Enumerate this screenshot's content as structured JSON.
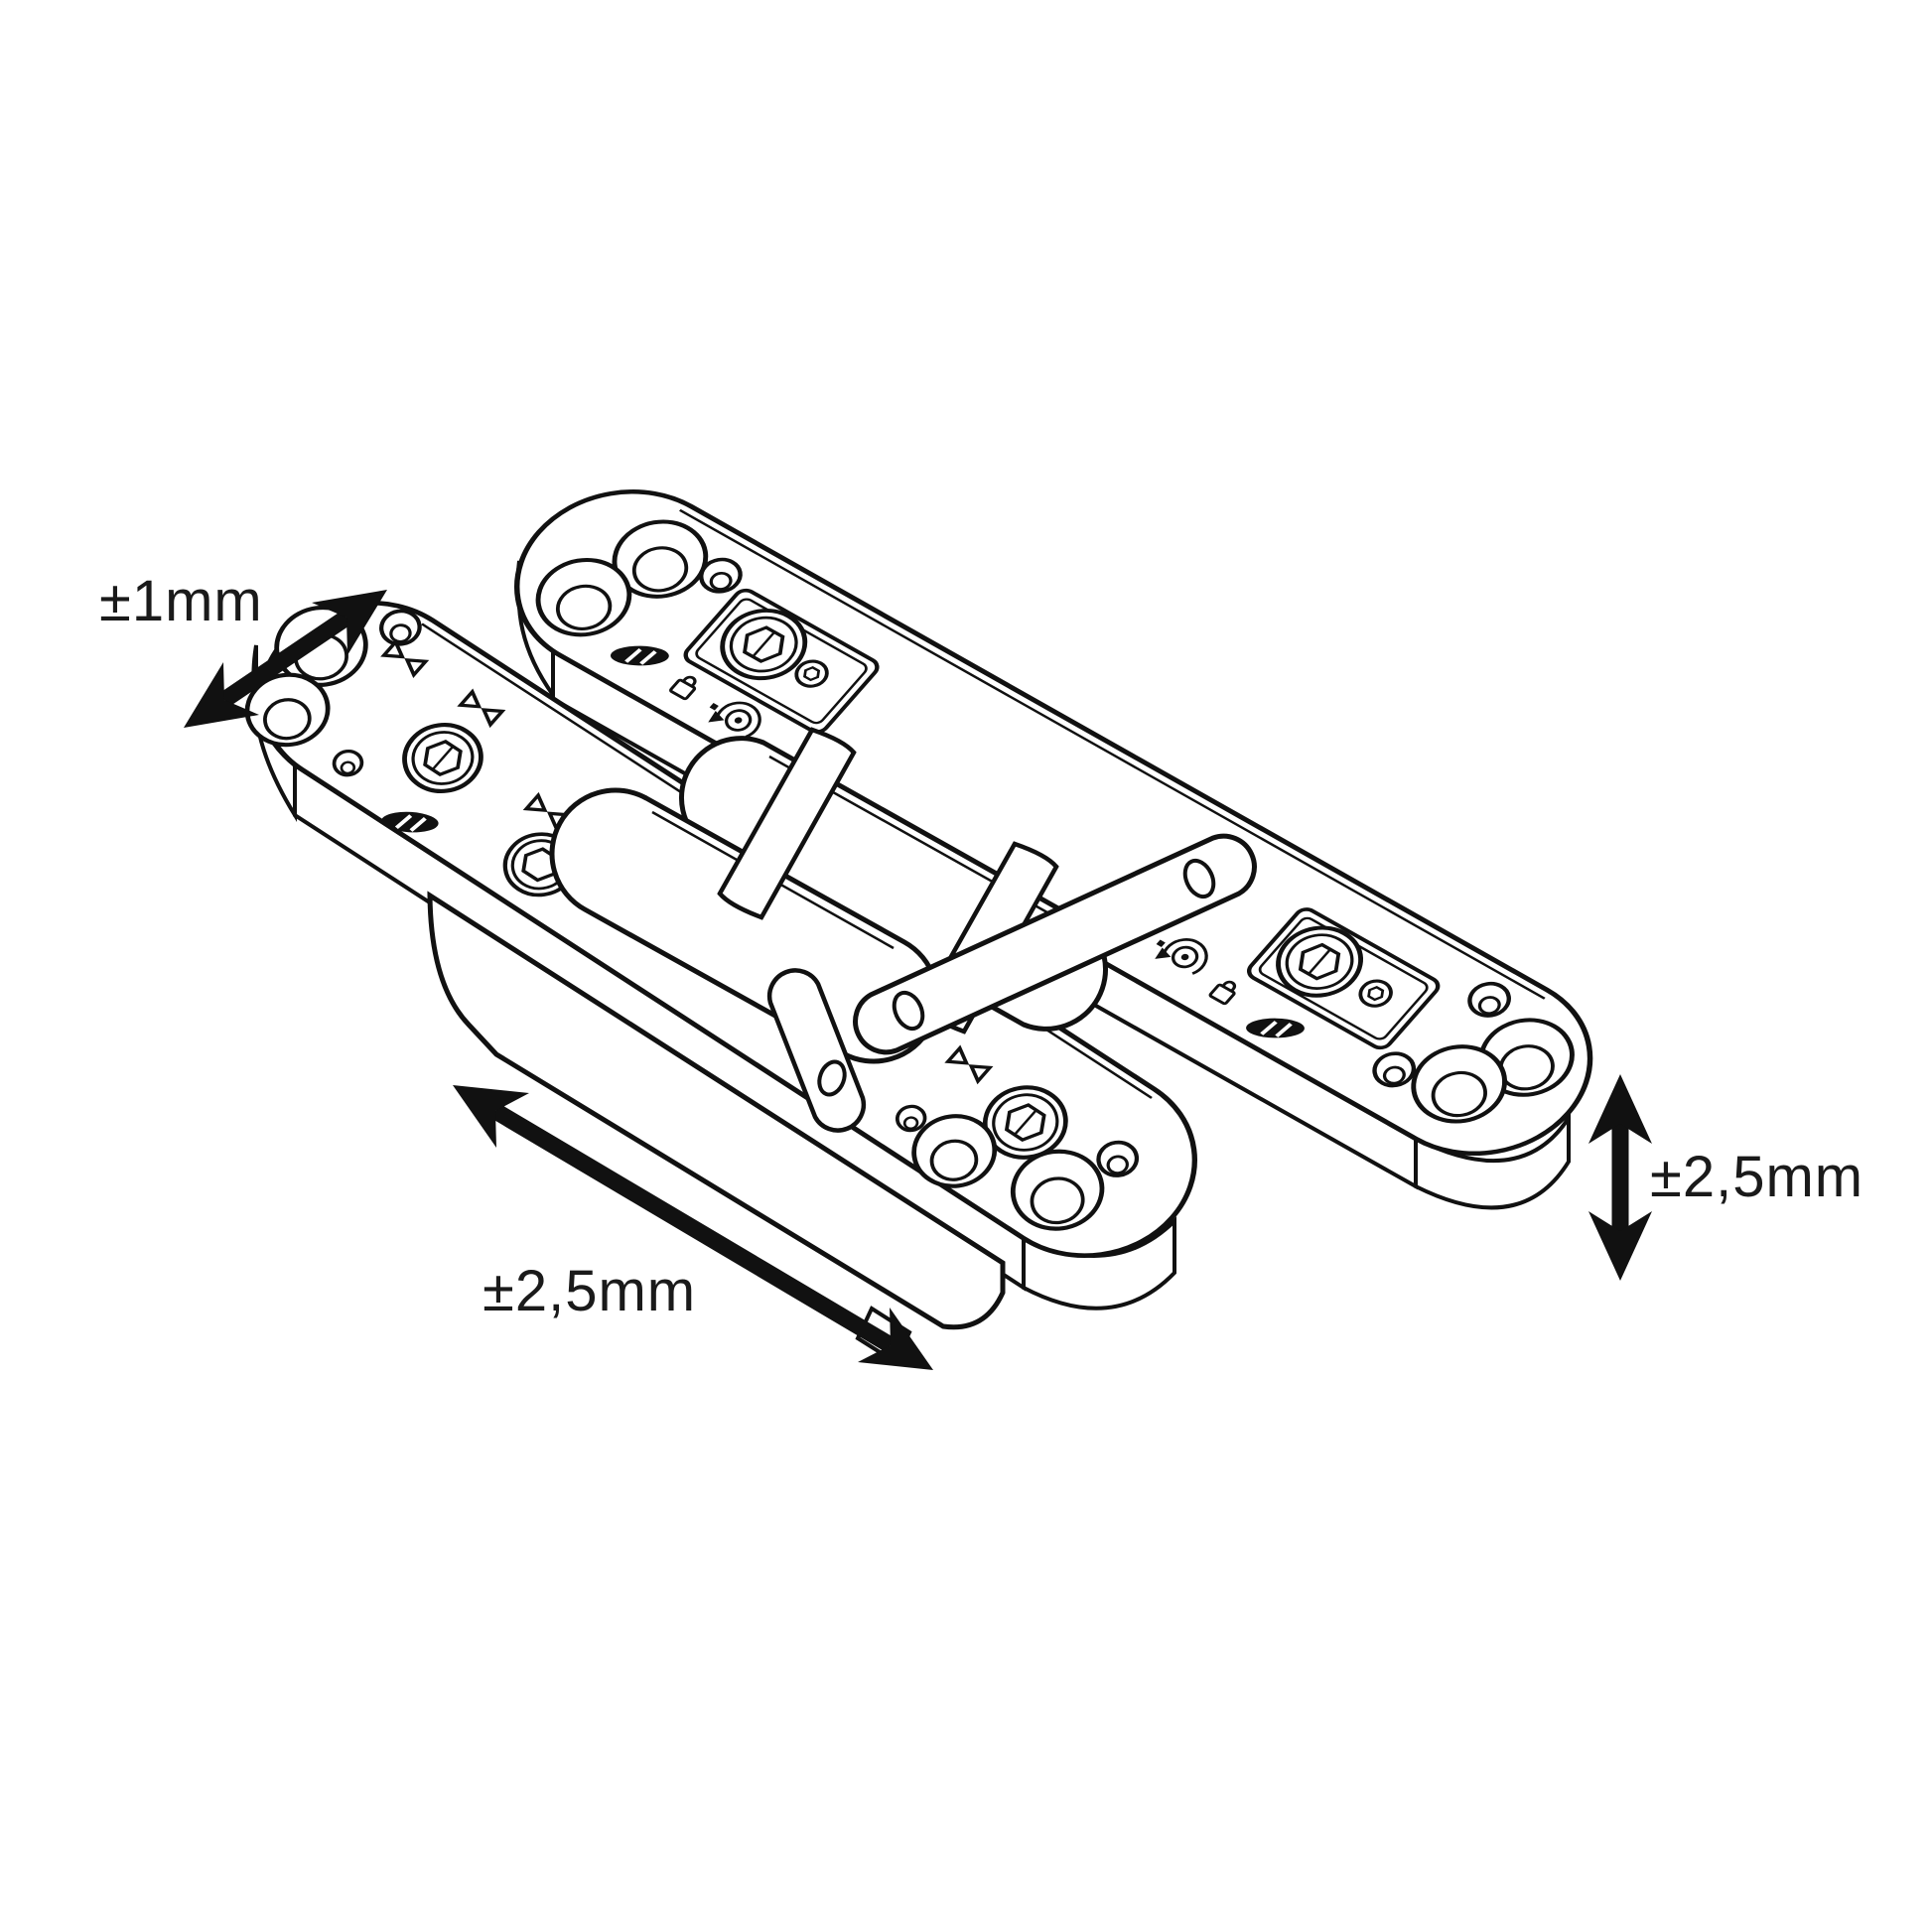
{
  "page": {
    "background_color": "#ffffff",
    "line_color": "#111111"
  },
  "drawing": {
    "subject": "Concealed 3D-adjustable door hinge shown as an isometric technical line drawing with two elongated mounting leaves, hinge barrels and link arms",
    "adjustment_annotations": [
      {
        "axis": "side",
        "label": "±1mm",
        "arrow_direction": "diagonal up-right, double-headed"
      },
      {
        "axis": "length",
        "label": "±2,5mm",
        "arrow_direction": "diagonal down-right, double-headed"
      },
      {
        "axis": "height",
        "label": "±2,5mm",
        "arrow_direction": "vertical, double-headed"
      }
    ]
  },
  "labels": {
    "side_adjustment": "±1mm",
    "length_adjustment": "±2,5mm",
    "height_adjustment": "±2,5mm"
  }
}
